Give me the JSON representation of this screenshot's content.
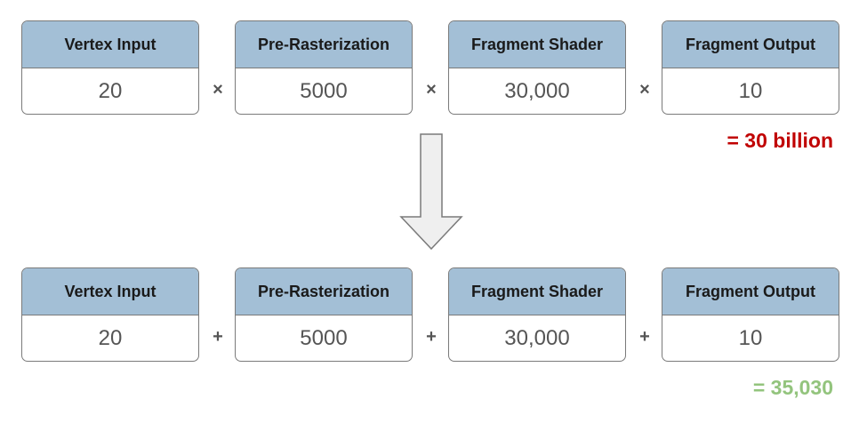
{
  "top_row": {
    "stages": [
      {
        "label": "Vertex Input",
        "value": "20"
      },
      {
        "label": "Pre-Rasterization",
        "value": "5000"
      },
      {
        "label": "Fragment Shader",
        "value": "30,000"
      },
      {
        "label": "Fragment Output",
        "value": "10"
      }
    ],
    "operators": [
      "×",
      "×",
      "×"
    ],
    "result": "= 30 billion",
    "result_color": "#c00000"
  },
  "bottom_row": {
    "stages": [
      {
        "label": "Vertex Input",
        "value": "20"
      },
      {
        "label": "Pre-Rasterization",
        "value": "5000"
      },
      {
        "label": "Fragment Shader",
        "value": "30,000"
      },
      {
        "label": "Fragment Output",
        "value": "10"
      }
    ],
    "operators": [
      "+",
      "+",
      "+"
    ],
    "result": "= 35,030",
    "result_color": "#93c47d"
  },
  "colors": {
    "header_fill": "#a3bfd6",
    "border": "#7a7a7a",
    "arrow_fill": "#efefef"
  },
  "icons": {
    "transition_arrow": "down-arrow-icon"
  }
}
